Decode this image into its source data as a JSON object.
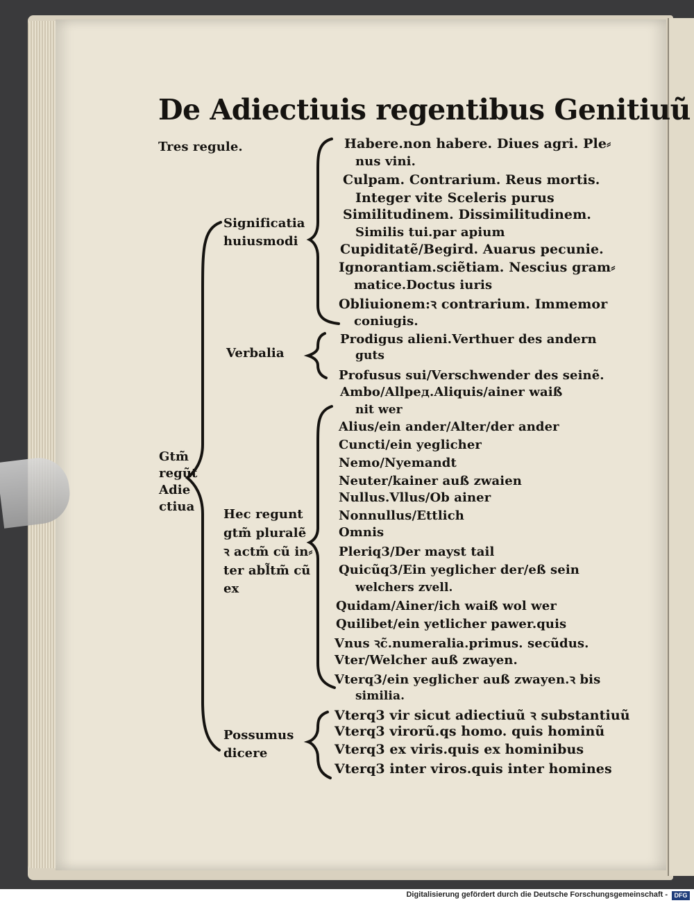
{
  "title": "De Adiectiuis regentibus Genitiuũ",
  "left_heading": "Tres regule.",
  "labels": {
    "main": [
      "Gtm̃",
      "regũt",
      "Adie",
      "ctiua"
    ],
    "significatia": [
      "Significatia",
      "huiusmodi"
    ],
    "verbalia": [
      "Verbalia"
    ],
    "hec": [
      "Hec regunt",
      "gtm̃ pluralẽ",
      "ꝛ actm̃ cũ in⸗",
      "ter abl̃tm̃ cũ",
      "ex"
    ],
    "possumus": [
      "Possumus",
      "dicere"
    ]
  },
  "group1": [
    "Habere.non habere. Diues agri. Ple⸗",
    "nus vini.",
    "Culpam. Contrarium. Reus mortis.",
    "Integer vite Sceleris purus",
    "Similitudinem. Dissimilitudinem.",
    "Similis tui.par apium",
    "Cupiditatẽ/Begird. Auarus pecunie.",
    "Ignorantiam.sciẽtiam. Nescius gram⸗",
    "matice.Doctus iuris",
    "Obliuionem:ꝛ contrarium. Immemor",
    "coniugis."
  ],
  "group2": [
    "Prodigus alieni.Verthuer des andern",
    "guts",
    "Profusus sui/Verschwender des seinẽ."
  ],
  "group3": [
    "Ambo/Allpeд.Aliquis/ainer waiß",
    "nit wer",
    "Alius/ein ander/Alter/der ander",
    "Cuncti/ein yeglicher",
    "Nemo/Nyemandt",
    "Neuter/kainer auß zwaien",
    "Nullus.Vllus/Ob ainer",
    "Nonnullus/Ettlich",
    "Omnis",
    "Pleriq3/Der mayst tail",
    "Quicũq3/Ein yeglicher der/eß sein",
    "welchers zvell.",
    "Quidam/Ainer/ich waiß wol wer",
    "Quilibet/ein yetlicher pawer.quis",
    "Vnus ꝛc̃.numeralia.primus. secũdus.",
    "Vter/Welcher auß zwayen.",
    "Vterq3/ein yeglicher auß zwayen.ꝛ bis",
    "similia."
  ],
  "group4": [
    "Vterq3 vir sicut adiectiuũ ꝛ substantiuũ",
    "Vterq3 virorũ.qs homo. quis hominũ",
    "Vterq3 ex viris.quis ex hominibus",
    "Vterq3 inter viros.quis inter homines"
  ],
  "footer": "Digitalisierung gefördert durch die Deutsche Forschungsgemeinschaft -",
  "footer_logo": "DFG"
}
